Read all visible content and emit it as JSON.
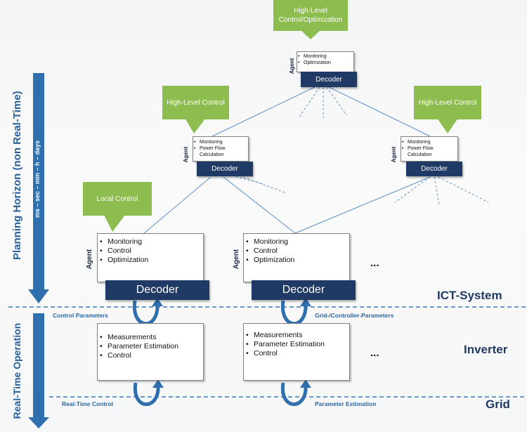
{
  "planning": {
    "title": "Planning Horizon (non Real-Time)",
    "timescale": "ms  –  sec  –  min  –  h  –  days"
  },
  "realtime": {
    "title": "Real-Time Operation"
  },
  "top_node": {
    "control": "High-Level Control/Optimization",
    "agent": "Agent",
    "items": [
      "Monitoring",
      "Optimization"
    ],
    "decoder": "Decoder"
  },
  "mid_left": {
    "control": "High-Level Control",
    "agent": "Agent",
    "items": [
      "Monitoring",
      "Power Flow Calculation"
    ],
    "decoder": "Decoder"
  },
  "mid_right": {
    "control": "High-Level Control",
    "agent": "Agent",
    "items": [
      "Monitoring",
      "Power Flow Calculation"
    ],
    "decoder": "Decoder"
  },
  "local_control": "Local Control",
  "agent_left": {
    "agent": "Agent",
    "items": [
      "Monitoring",
      "Control",
      "Optimization"
    ],
    "decoder": "Decoder"
  },
  "agent_right": {
    "agent": "Agent",
    "items": [
      "Monitoring",
      "Control",
      "Optimization"
    ],
    "decoder": "Decoder"
  },
  "inverter_left": {
    "items": [
      "Measurements",
      "Parameter Estimation",
      "Control"
    ]
  },
  "inverter_right": {
    "items": [
      "Measurements",
      "Parameter Estimation",
      "Control"
    ]
  },
  "ellipsis": "...",
  "layers": {
    "ict": "ICT-System",
    "inverter": "Inverter",
    "grid": "Grid"
  },
  "labels": {
    "control_parameters": "Control Parameters",
    "grid_controller_parameters": "Grid-/Controller-Parameters",
    "realtime_control": "Real-Time Control",
    "parameter_estimation": "Parameter Estimation"
  },
  "colors": {
    "green": "#8cbd4e",
    "navy": "#1f3a64",
    "blue": "#2a67a5"
  }
}
